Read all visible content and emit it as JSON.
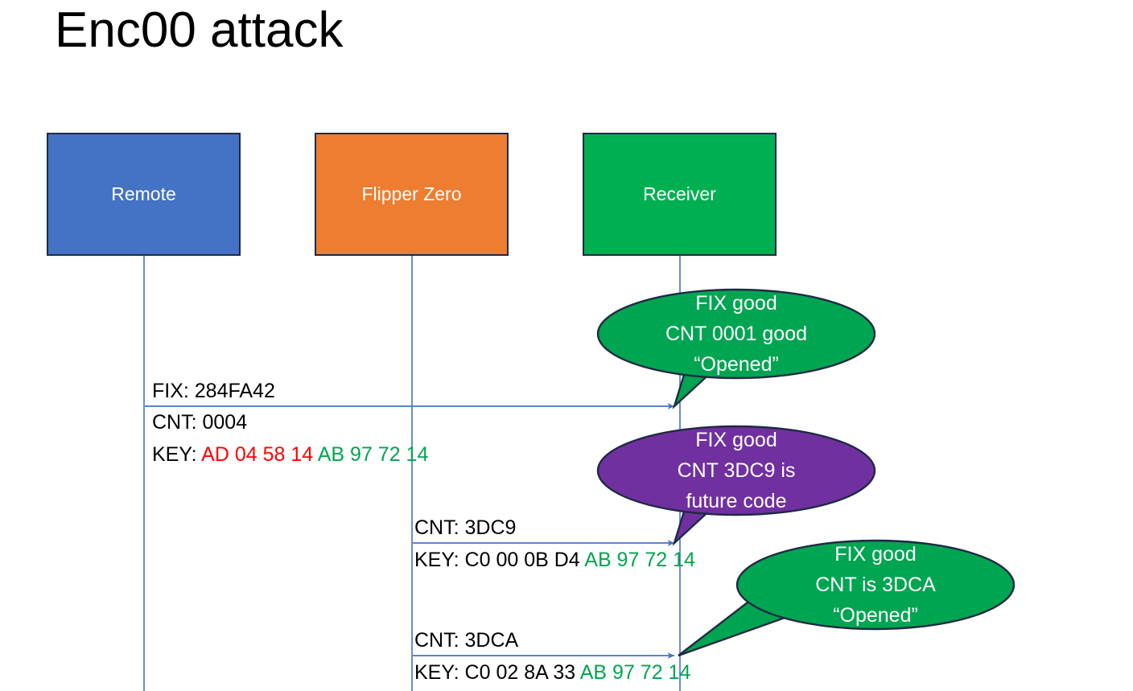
{
  "slide": {
    "title": "Enc00 attack"
  },
  "actors": [
    {
      "name": "remote",
      "label": "Remote",
      "color": "#4472C4"
    },
    {
      "name": "flipper",
      "label": "Flipper Zero",
      "color": "#ED7D31"
    },
    {
      "name": "receiver",
      "label": "Receiver",
      "color": "#00B050"
    }
  ],
  "messages": [
    {
      "name": "remote-to-receiver",
      "fix_label": "FIX: 284FA42",
      "cnt_label": "CNT: 0004",
      "key_prefix": "KEY: ",
      "key_first": "AD 04 58 14",
      "key_second": "AB 97 72 14"
    },
    {
      "name": "flipper-to-receiver-1",
      "cnt_label": "CNT: 3DC9",
      "key_prefix": "KEY: ",
      "key_first": "C0 00 0B D4",
      "key_second": "AB 97 72 14"
    },
    {
      "name": "flipper-to-receiver-2",
      "cnt_label": "CNT: 3DCA",
      "key_prefix": "KEY: ",
      "key_first": "C0 02 8A 33",
      "key_second": "AB 97 72 14"
    }
  ],
  "callouts": [
    {
      "name": "callout-fix-good-cnt-0001",
      "color": "#00A551",
      "line1": "FIX good",
      "line2": "CNT 0001 good",
      "line3": "“Opened”"
    },
    {
      "name": "callout-future-code",
      "color": "#7030A0",
      "line1": "FIX good",
      "line2": "CNT 3DC9 is",
      "line3": "future code"
    },
    {
      "name": "callout-fix-good-cnt-3dca",
      "color": "#00A551",
      "line1": "FIX good",
      "line2": "CNT is 3DCA",
      "line3": "“Opened”"
    }
  ],
  "colors": {
    "blue": "#4472C4",
    "orange": "#ED7D31",
    "green": "#00B050",
    "purple": "#7030A0",
    "bubble_green": "#00A551",
    "hex_red": "#FF0000",
    "hex_green": "#00A551",
    "lifeline": "#4472C4",
    "outline": "#1f2a44"
  }
}
